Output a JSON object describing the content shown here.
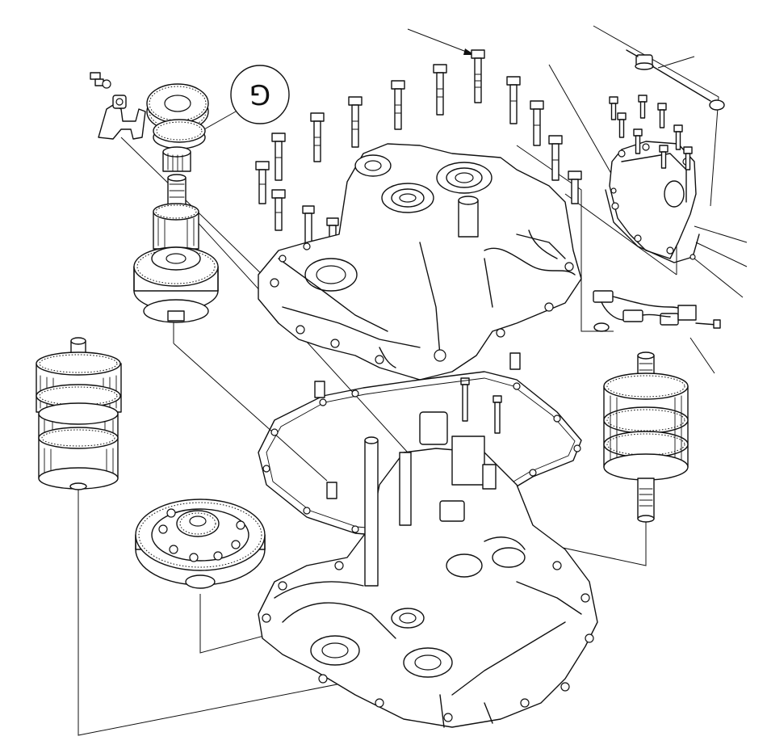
{
  "diagram": {
    "type": "exploded-view-drawing",
    "callout_symbol": "⅁",
    "colors": {
      "line": "#111111",
      "background": "#ffffff"
    },
    "parts": [
      "upper-transmission-case",
      "lower-transmission-case",
      "case-gasket",
      "mainshaft-assembly",
      "countershaft-assembly",
      "secondary-shaft-assembly",
      "differential-assembly",
      "idler-gear-set",
      "shift-fork",
      "end-cover",
      "dipstick",
      "wire-harness",
      "bolt-set"
    ]
  }
}
